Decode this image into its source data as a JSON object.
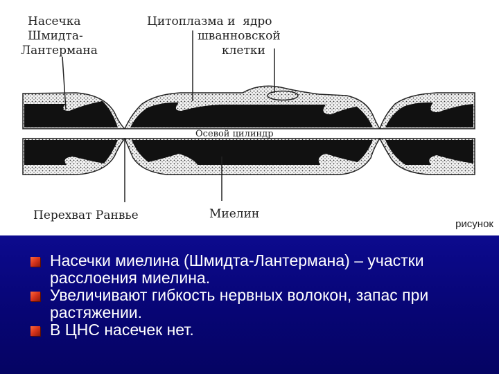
{
  "diagram": {
    "labels": {
      "incisure_line1": "Насечка",
      "incisure_line2": "Шмидта-",
      "incisure_line3": "Лантермана",
      "cytoplasm_line1": "Цитоплазма и  ядро",
      "cytoplasm_line2": "шванновской",
      "cytoplasm_line3": "клетки",
      "axon": "Осевой цилиндр",
      "node": "Перехват Ранвье",
      "myelin": "Миелин"
    },
    "caption": "рисунок"
  },
  "bullets": [
    "Насечки миелина (Шмидта-Лантермана) – участки расслоения миелина.",
    "Увеличивают гибкость нервных волокон, запас при растяжении.",
    "В ЦНС насечек нет."
  ],
  "colors": {
    "panel_background": "#07057a",
    "bullet_marker": "#d6331b",
    "bullet_text": "#ffffff",
    "myelin": "#111111"
  },
  "icons": {
    "bullet": "square-bullet-icon"
  }
}
